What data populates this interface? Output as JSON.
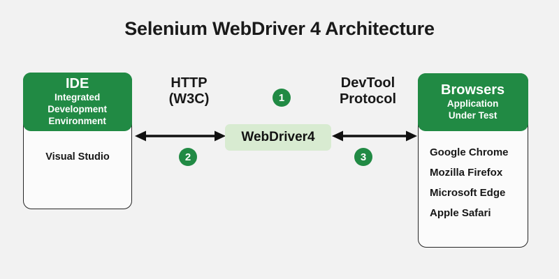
{
  "page": {
    "title": "Selenium WebDriver 4 Architecture",
    "background_color": "#f2f2f2",
    "accent_green": "#218a44",
    "pill_green": "#d8ebd1",
    "text_color": "#171717"
  },
  "ide_node": {
    "header_title": "IDE",
    "header_subtitle_line1": "Integrated",
    "header_subtitle_line2": "Development",
    "header_subtitle_line3": "Environment",
    "items": [
      {
        "label": "Visual Studio"
      }
    ]
  },
  "center_node": {
    "label": "WebDriver4"
  },
  "browsers_node": {
    "header_title": "Browsers",
    "header_subtitle_line1": "Application",
    "header_subtitle_line2": "Under Test",
    "items": [
      {
        "label": "Google Chrome"
      },
      {
        "label": "Mozilla Firefox"
      },
      {
        "label": "Microsoft Edge"
      },
      {
        "label": "Apple Safari"
      }
    ]
  },
  "connections": {
    "left_label_line1": "HTTP",
    "left_label_line2": "(W3C)",
    "right_label_line1": "DevTool",
    "right_label_line2": "Protocol"
  },
  "badges": [
    {
      "number": "1"
    },
    {
      "number": "2"
    },
    {
      "number": "3"
    }
  ]
}
